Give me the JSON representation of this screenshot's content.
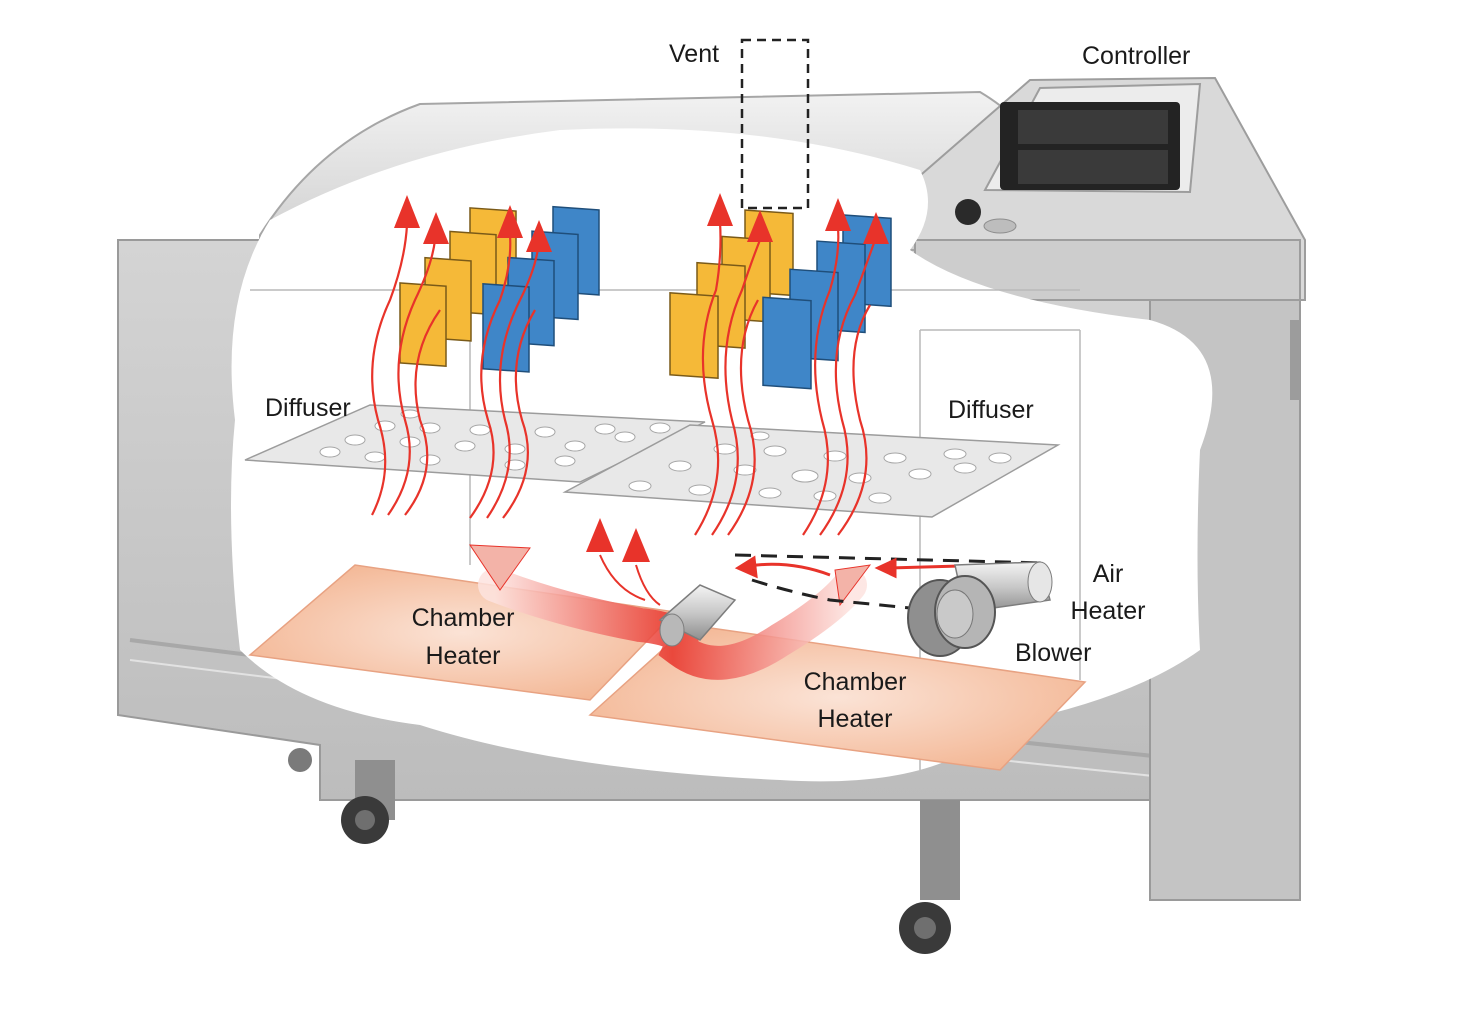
{
  "labels": {
    "vent": "Vent",
    "controller": "Controller",
    "diffuser_left": "Diffuser",
    "diffuser_right": "Diffuser",
    "chamber_heater_left": [
      "Chamber",
      "Heater"
    ],
    "chamber_heater_right": [
      "Chamber",
      "Heater"
    ],
    "air_heater": [
      "Air",
      "Heater"
    ],
    "blower": "Blower"
  },
  "colors": {
    "cabinet": "#c9c9c9",
    "cabinet_dark": "#a9a9a9",
    "warm_flow": "#e8332a",
    "sample_yellow": "#f5b938",
    "sample_blue": "#3f86c8",
    "heater_pad": "#f6c2a6",
    "diffuser": "#e6e6e6"
  },
  "icons": [
    "sample-panel-icon",
    "airflow-arrow-icon",
    "blower-icon",
    "air-heater-icon",
    "caster-wheel-icon",
    "control-knob-icon",
    "display-screen-icon"
  ]
}
